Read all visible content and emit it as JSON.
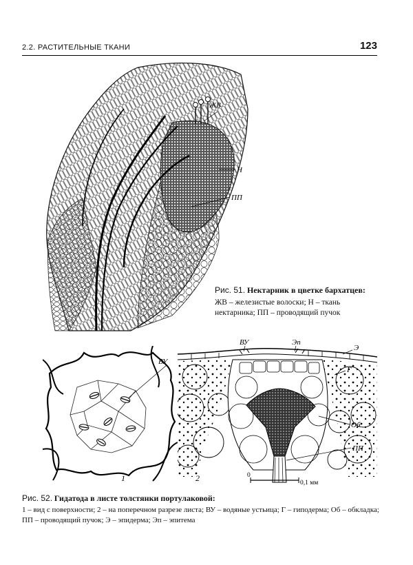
{
  "header": {
    "section": "2.2. РАСТИТЕЛЬНЫЕ ТКАНИ",
    "page_number": "123"
  },
  "figure51": {
    "label": "Рис. 51.",
    "title": "Нектарник в цветке бархатцев:",
    "description": "ЖВ – железистые волоски; Н – ткань нектарника; ПП – проводящий пучок",
    "labels": {
      "zhv": "ЖВ",
      "n": "Н",
      "pp": "ПП"
    }
  },
  "figure52": {
    "label": "Рис. 52.",
    "title": "Гидатода в листе толстянки портулаковой:",
    "description": "1 – вид с поверхности; 2 – на поперечном разрезе листа; ВУ – водяные устьица; Г – гиподерма; Об – обкладка; ПП – проводящий пучок; Э – эпидерма; Эп – эпитема",
    "panel1": {
      "number": "1",
      "vu": "ВУ"
    },
    "panel2": {
      "number": "2",
      "vu": "ВУ",
      "ep": "Эп",
      "e": "Э",
      "g": "Г",
      "ob": "Об",
      "pp": "ПП",
      "scale_start": "0",
      "scale_end": "0,1 мм"
    }
  }
}
